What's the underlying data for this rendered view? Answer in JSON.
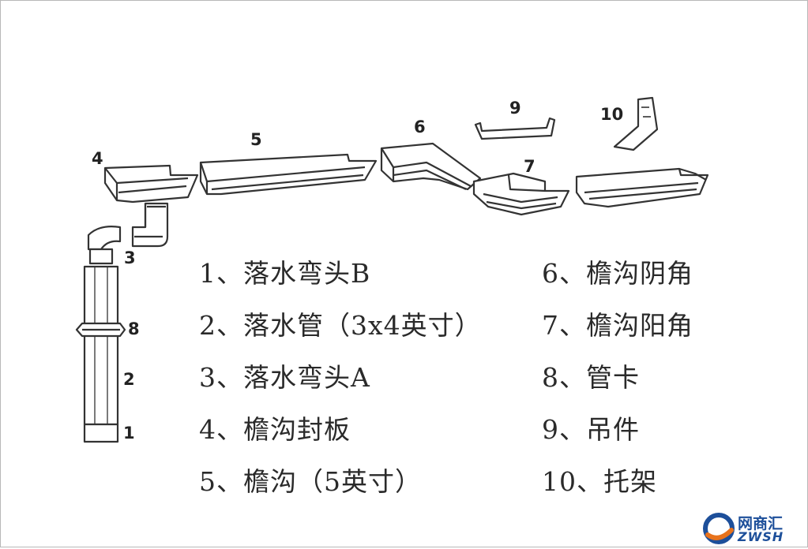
{
  "part_numbers": [
    "1",
    "2",
    "3",
    "4",
    "5",
    "6",
    "7",
    "8",
    "9",
    "10"
  ],
  "legend": {
    "left": [
      "1、落水弯头B",
      "2、落水管（3x4英寸）",
      "3、落水弯头A",
      "4、檐沟封板",
      "5、檐沟（5英寸）"
    ],
    "right": [
      "6、檐沟阴角",
      "7、檐沟阳角",
      "8、管卡",
      "9、吊件",
      "10、托架"
    ]
  },
  "watermark": {
    "name_cn": "网商汇",
    "name_en": "ZWSH"
  },
  "colors": {
    "ink": "#333333",
    "logo_blue": "#1d4f9a",
    "logo_orange": "#e8731c"
  }
}
